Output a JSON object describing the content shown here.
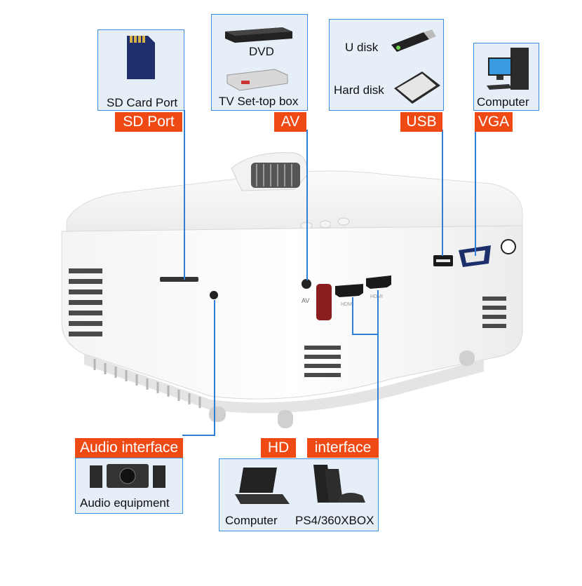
{
  "colors": {
    "label_bg": "#ef4a14",
    "box_border": "#3a8fe0",
    "box_bg": "#e6eef7",
    "leader": "#2f7fd6"
  },
  "sd": {
    "tag": "SD Port",
    "caption": "SD Card Port",
    "icon": "sd-card-icon"
  },
  "av": {
    "tag": "AV",
    "items": [
      "DVD",
      "TV Set-top box"
    ],
    "icons": [
      "dvd-player-icon",
      "set-top-box-icon"
    ]
  },
  "usb": {
    "tag": "USB",
    "items": [
      "U disk",
      "Hard disk"
    ],
    "icons": [
      "usb-flash-drive-icon",
      "hard-disk-icon"
    ]
  },
  "vga": {
    "tag": "VGA",
    "caption": "Computer",
    "icon": "desktop-computer-icon"
  },
  "audio": {
    "tag": "Audio interface",
    "caption": "Audio equipment",
    "icon": "speakers-icon"
  },
  "hd": {
    "tag_left": "HD",
    "tag_right": "interface",
    "items": [
      "Computer",
      "PS4/360XBOX"
    ],
    "icons": [
      "laptop-icon",
      "game-console-icon"
    ]
  },
  "device": {
    "port_labels": [
      "AV",
      "HDMI",
      "HDMI"
    ],
    "icon": "projector-icon"
  }
}
